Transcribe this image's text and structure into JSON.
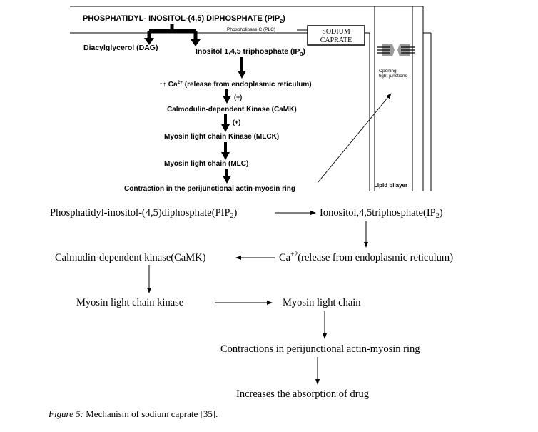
{
  "upper": {
    "pip2": "PHOSPHATIDYL- INOSITOL-(4,5) DIPHOSPHATE (PIP",
    "pip2_sub": "2",
    "pip2_end": ")",
    "plc": "Phospholipase C (PLC)",
    "sodium_caprate": [
      "SODIUM",
      "CAPRATE"
    ],
    "dag": "Diacylglycerol (DAG)",
    "ip3": "Inositol 1,4,5 triphosphate (IP",
    "ip3_sub": "3",
    "ip3_end": ")",
    "ca_prefix": "↑↑ Ca",
    "ca_sup": "2+",
    "ca_rest": " (release from endoplasmic reticulum)",
    "plus1": "(+)",
    "camk": "Calmodulin-dependent Kinase (CaMK)",
    "plus2": "(+)",
    "mlck": "Myosin light chain Kinase (MLCK)",
    "mlc": "Myosin light chain (MLC)",
    "contraction": "Contraction in the perijunctional actin-myosin ring",
    "opening": [
      "Opening",
      "tight junctions"
    ],
    "lipid": "Lipid bilayer"
  },
  "lower": {
    "pip2": "Phosphatidyl-inositol-(4,5)diphosphate(PIP",
    "pip2_sub": "2",
    "pip2_end": ")",
    "ip2": "Ionositol,4,5triphosphate(IP",
    "ip2_sub": "2",
    "ip2_end": ")",
    "ca_prefix": "Ca",
    "ca_sup": "+2",
    "ca_rest": "(release from endoplasmic reticulum)",
    "camk": "Calmudin-dependent kinase(CaMK)",
    "mlck": "Myosin light chain kinase",
    "mlc": "Myosin light chain",
    "contractions": "Contractions in perijunctional actin-myosin ring",
    "absorption": "Increases the absorption of drug"
  },
  "caption": {
    "label": "Figure 5:",
    "text": " Mechanism of sodium caprate [35]."
  }
}
